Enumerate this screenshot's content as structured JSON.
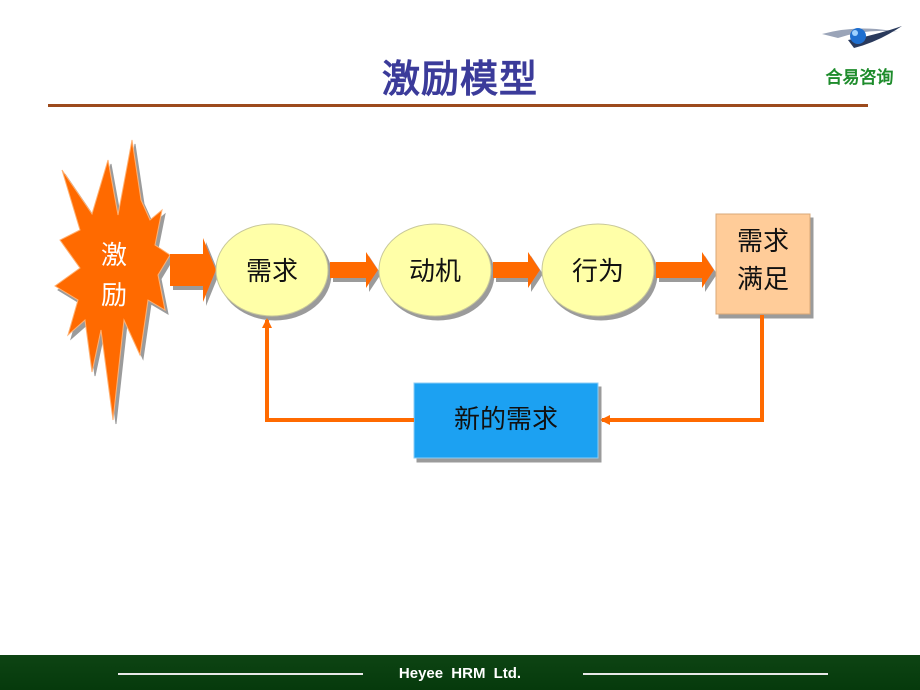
{
  "title": "激励模型",
  "brand": {
    "name": "合易咨询"
  },
  "diagram": {
    "stimulus": [
      "激",
      "励"
    ],
    "nodes": {
      "need": "需求",
      "motive": "动机",
      "behavior": "行为",
      "satisfied": [
        "需求",
        "满足"
      ],
      "new_need": "新的需求"
    }
  },
  "colors": {
    "title": "#3b3b9a",
    "rule": "#9c4a1c",
    "burst": "#ff6a00",
    "arrow": "#ff6a00",
    "ellipse": "#ffffa8",
    "satisfied_box": "#ffcc99",
    "new_need_box": "#1ea1f2",
    "brand": "#1e8c2c",
    "footer": "#0d4413"
  },
  "footer": {
    "text": "Heyee HRM Ltd."
  }
}
